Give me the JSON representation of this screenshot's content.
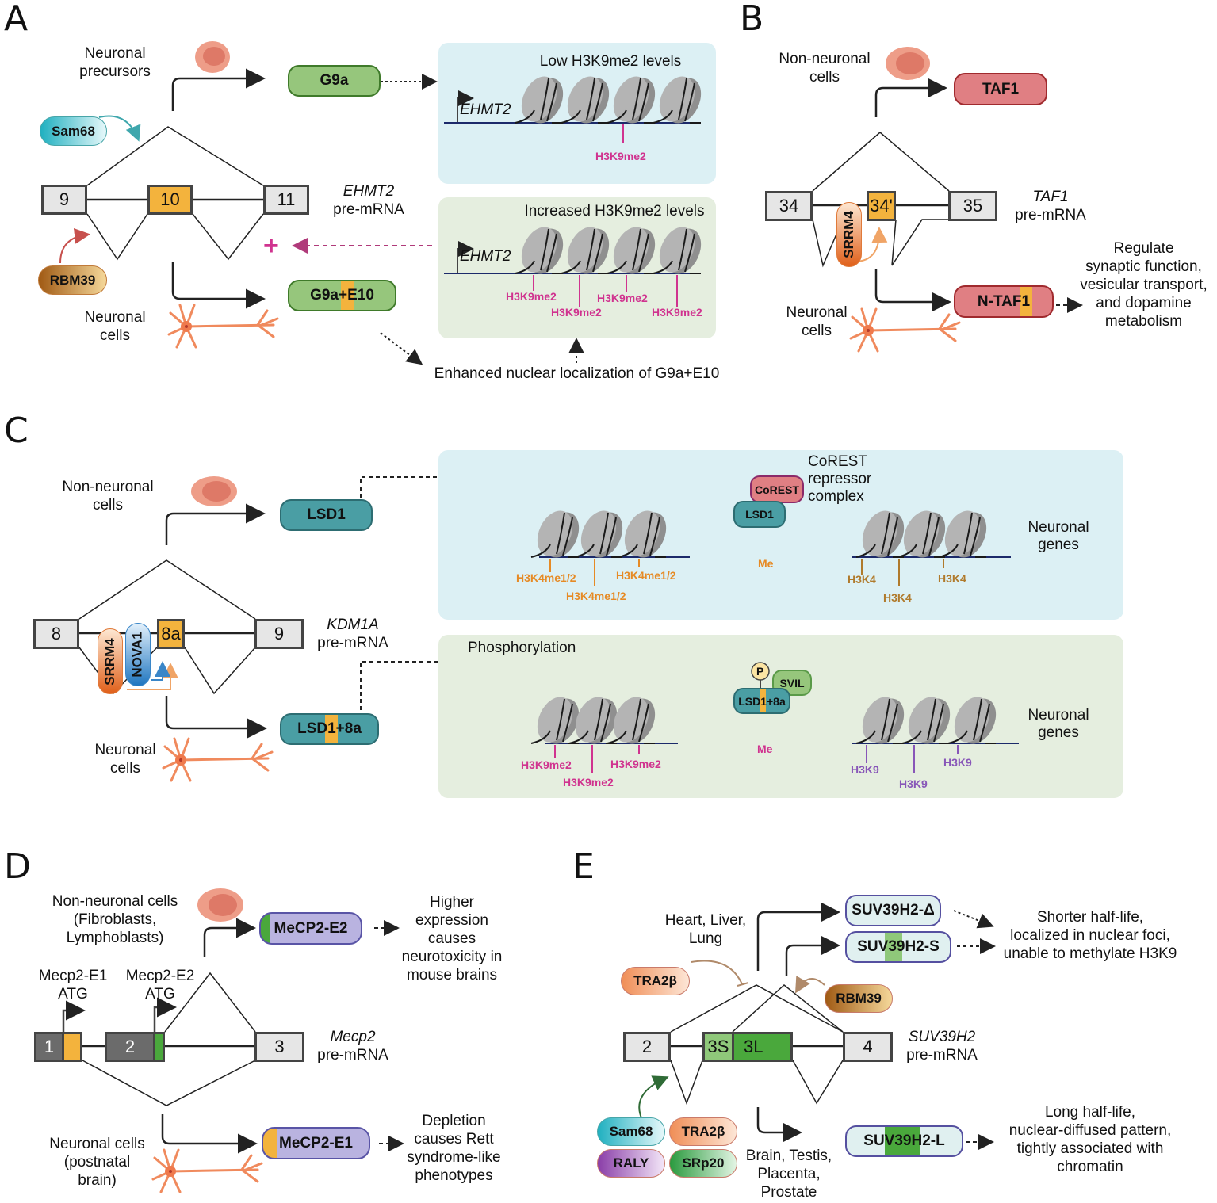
{
  "panels": {
    "A": {
      "letter": "A",
      "top_cell_label": "Neuronal\nprecursors",
      "bottom_cell_label": "Neuronal\ncells",
      "gene_name": "EHMT2",
      "gene_suffix": "pre-mRNA",
      "exons": [
        "9",
        "10",
        "11"
      ],
      "regulators": [
        "Sam68",
        "RBM39"
      ],
      "isoforms": [
        "G9a",
        "G9a+E10"
      ],
      "box_top": {
        "title": "Low H3K9me2 levels",
        "promoter": "EHMT2",
        "marks": [
          "H3K9me2"
        ]
      },
      "box_bottom": {
        "title": "Increased H3K9me2 levels",
        "promoter": "EHMT2",
        "marks": [
          "H3K9me2",
          "H3K9me2",
          "H3K9me2",
          "H3K9me2"
        ]
      },
      "feedback_symbol": "+",
      "footnote": "Enhanced nuclear localization of G9a+E10"
    },
    "B": {
      "letter": "B",
      "top_cell_label": "Non-neuronal\ncells",
      "bottom_cell_label": "Neuronal\ncells",
      "gene_name": "TAF1",
      "gene_suffix": "pre-mRNA",
      "exons": [
        "34",
        "34'",
        "35"
      ],
      "regulators": [
        "SRRM4"
      ],
      "isoforms": [
        "TAF1",
        "N-TAF1"
      ],
      "outcome": "Regulate\nsynaptic function,\nvesicular transport,\nand dopamine\nmetabolism"
    },
    "C": {
      "letter": "C",
      "top_cell_label": "Non-neuronal\ncells",
      "bottom_cell_label": "Neuronal\ncells",
      "gene_name": "KDM1A",
      "gene_suffix": "pre-mRNA",
      "exons": [
        "8",
        "8a",
        "9"
      ],
      "regulators": [
        "SRRM4",
        "NOVA1"
      ],
      "isoforms": [
        "LSD1",
        "LSD1+8a"
      ],
      "box_top": {
        "complex_label": "CoREST\nrepressor\ncomplex",
        "complex_proteins": [
          "CoREST",
          "LSD1"
        ],
        "removed": "Me",
        "marks_before": [
          "H3K4me1/2",
          "H3K4me1/2",
          "H3K4me1/2"
        ],
        "marks_after": [
          "H3K4",
          "H3K4",
          "H3K4"
        ],
        "target": "Neuronal\ngenes"
      },
      "box_bottom": {
        "title": "Phosphorylation",
        "phospho": "P",
        "complex_proteins": [
          "SVIL",
          "LSD1+8a"
        ],
        "removed": "Me",
        "marks_before": [
          "H3K9me2",
          "H3K9me2",
          "H3K9me2"
        ],
        "marks_after": [
          "H3K9",
          "H3K9",
          "H3K9"
        ],
        "target": "Neuronal\ngenes"
      }
    },
    "D": {
      "letter": "D",
      "top_cell_label": "Non-neuronal cells\n(Fibroblasts,\nLymphoblasts)",
      "bottom_cell_label": "Neuronal cells\n(postnatal\nbrain)",
      "gene_name": "Mecp2",
      "gene_suffix": "pre-mRNA",
      "exons": [
        "1",
        "2",
        "3"
      ],
      "atg_labels": [
        "Mecp2-E1\nATG",
        "Mecp2-E2\nATG"
      ],
      "isoforms": [
        "MeCP2-E2",
        "MeCP2-E1"
      ],
      "outcomes": [
        "Higher\nexpression\ncauses\nneurotoxicity in\nmouse brains",
        "Depletion\ncauses Rett\nsyndrome-like\nphenotypes"
      ]
    },
    "E": {
      "letter": "E",
      "top_tissue_label": "Heart, Liver,\nLung",
      "bottom_tissue_label": "Brain, Testis,\nPlacenta,\nProstate",
      "gene_name": "SUV39H2",
      "gene_suffix": "pre-mRNA",
      "exons": [
        "2",
        "3S",
        "3L",
        "4"
      ],
      "regulators_top": [
        "TRA2β",
        "RBM39"
      ],
      "regulators_bottom": [
        "Sam68",
        "TRA2β",
        "RALY",
        "SRp20"
      ],
      "isoforms": [
        "SUV39H2-Δ",
        "SUV39H2-S",
        "SUV39H2-L"
      ],
      "outcomes": [
        "Shorter half-life,\nlocalized in nuclear foci,\nunable to methylate H3K9",
        "Long half-life,\nnuclear-diffused pattern,\ntightly associated with\nchromatin"
      ]
    }
  },
  "colors": {
    "exon_alt": "#f3b33d",
    "g9a": "#96c67c",
    "taf1": "#e07f83",
    "lsd1": "#4a9ea4",
    "mecp2": "#b9b3e0",
    "suv39h2": "#e0f0f0",
    "h3k9me2": "#d0338f",
    "h3k4me": "#e68a24",
    "box_blue": "#dcf0f4",
    "box_green": "#e5eedf"
  }
}
